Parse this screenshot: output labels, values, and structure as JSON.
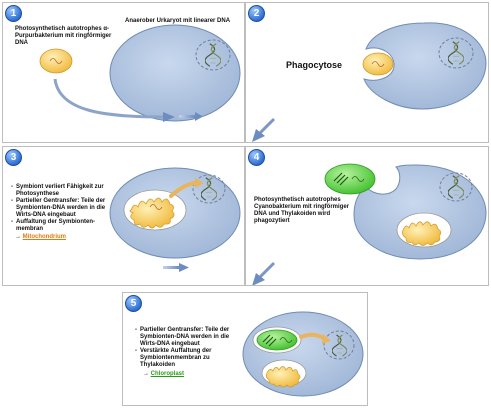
{
  "steps": [
    {
      "number": "1",
      "host_label": "Anaerober Urkaryot mit linearer DNA",
      "bacterium_label": "Photosynthetisch autotrophes α-Purpurbakterium mit ringförmiger DNA"
    },
    {
      "number": "2",
      "process_label": "Phagocytose"
    },
    {
      "number": "3",
      "bullets": [
        "Symbiont verliert Fähigkeit zur Photosynthese",
        "Partieller Gentransfer: Teile der Symbionten-DNA werden in die Wirts-DNA eingebaut",
        "Auffaltung der Symbionten-membran"
      ],
      "result_arrow": "→",
      "result_label": "Mitochondrium"
    },
    {
      "number": "4",
      "cyanobacterium_label": "Photosynthetisch autotrophes Cyanobakterium mit ringförmiger DNA und Thylakoiden wird phagozytiert"
    },
    {
      "number": "5",
      "bullets": [
        "Partieller Gentransfer: Teile der Symbionten-DNA werden in die Wirts-DNA eingebaut",
        "Verstärkte Auffaltung der Symbiontenmembran zu Thylakoiden"
      ],
      "result_arrow": "→",
      "result_label": "Chloroplast"
    }
  ],
  "colors": {
    "host_cell": "#a9bfdc",
    "host_stroke": "#5d7aa6",
    "bacterium": "#f3c04a",
    "cyanobacterium": "#5ed14a",
    "arrow": "#7c97c4",
    "mito_label": "#e07a10",
    "chloro_label": "#2a9a1a"
  }
}
